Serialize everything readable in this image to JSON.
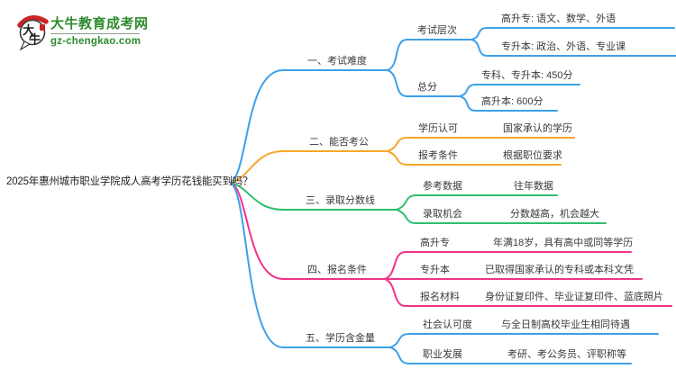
{
  "logo": {
    "icon_char_1": "大",
    "icon_char_2": "牛",
    "site_name": "大牛教育成考网",
    "site_domain": "gz-chengkao.com"
  },
  "colors": {
    "branch_blue": "#3da0e9",
    "branch_orange": "#f7a62b",
    "branch_green": "#2fbe70",
    "branch_pink": "#f23388",
    "brand_green": "#2e8b2e",
    "logo_red": "#c92525",
    "text_dark": "#3a3a3a"
  },
  "root": {
    "title": "2025年惠州城市职业学院成人高考学历花钱能买到吗？"
  },
  "branches": [
    {
      "label": "一、考试难度",
      "children": [
        {
          "label": "考试层次",
          "leaves": [
            "高升专: 语文、数学、外语",
            "专升本: 政治、外语、专业课"
          ]
        },
        {
          "label": "总分",
          "leaves": [
            "专科、专升本: 450分",
            "高升本: 600分"
          ]
        }
      ]
    },
    {
      "label": "二、能否考公",
      "children": [
        {
          "label": "学历认可",
          "leaves": [
            "国家承认的学历"
          ]
        },
        {
          "label": "报考条件",
          "leaves": [
            "根据职位要求"
          ]
        }
      ]
    },
    {
      "label": "三、录取分数线",
      "children": [
        {
          "label": "参考数据",
          "leaves": [
            "往年数据"
          ]
        },
        {
          "label": "录取机会",
          "leaves": [
            "分数越高，机会越大"
          ]
        }
      ]
    },
    {
      "label": "四、报名条件",
      "children": [
        {
          "label": "高升专",
          "leaves": [
            "年满18岁，具有高中或同等学历"
          ]
        },
        {
          "label": "专升本",
          "leaves": [
            "已取得国家承认的专科或本科文凭"
          ]
        },
        {
          "label": "报名材料",
          "leaves": [
            "身份证复印件、毕业证复印件、蓝底照片"
          ]
        }
      ]
    },
    {
      "label": "五、学历含金量",
      "children": [
        {
          "label": "社会认可度",
          "leaves": [
            "与全日制高校毕业生相同待遇"
          ]
        },
        {
          "label": "职业发展",
          "leaves": [
            "考研、考公务员、评职称等"
          ]
        }
      ]
    }
  ]
}
